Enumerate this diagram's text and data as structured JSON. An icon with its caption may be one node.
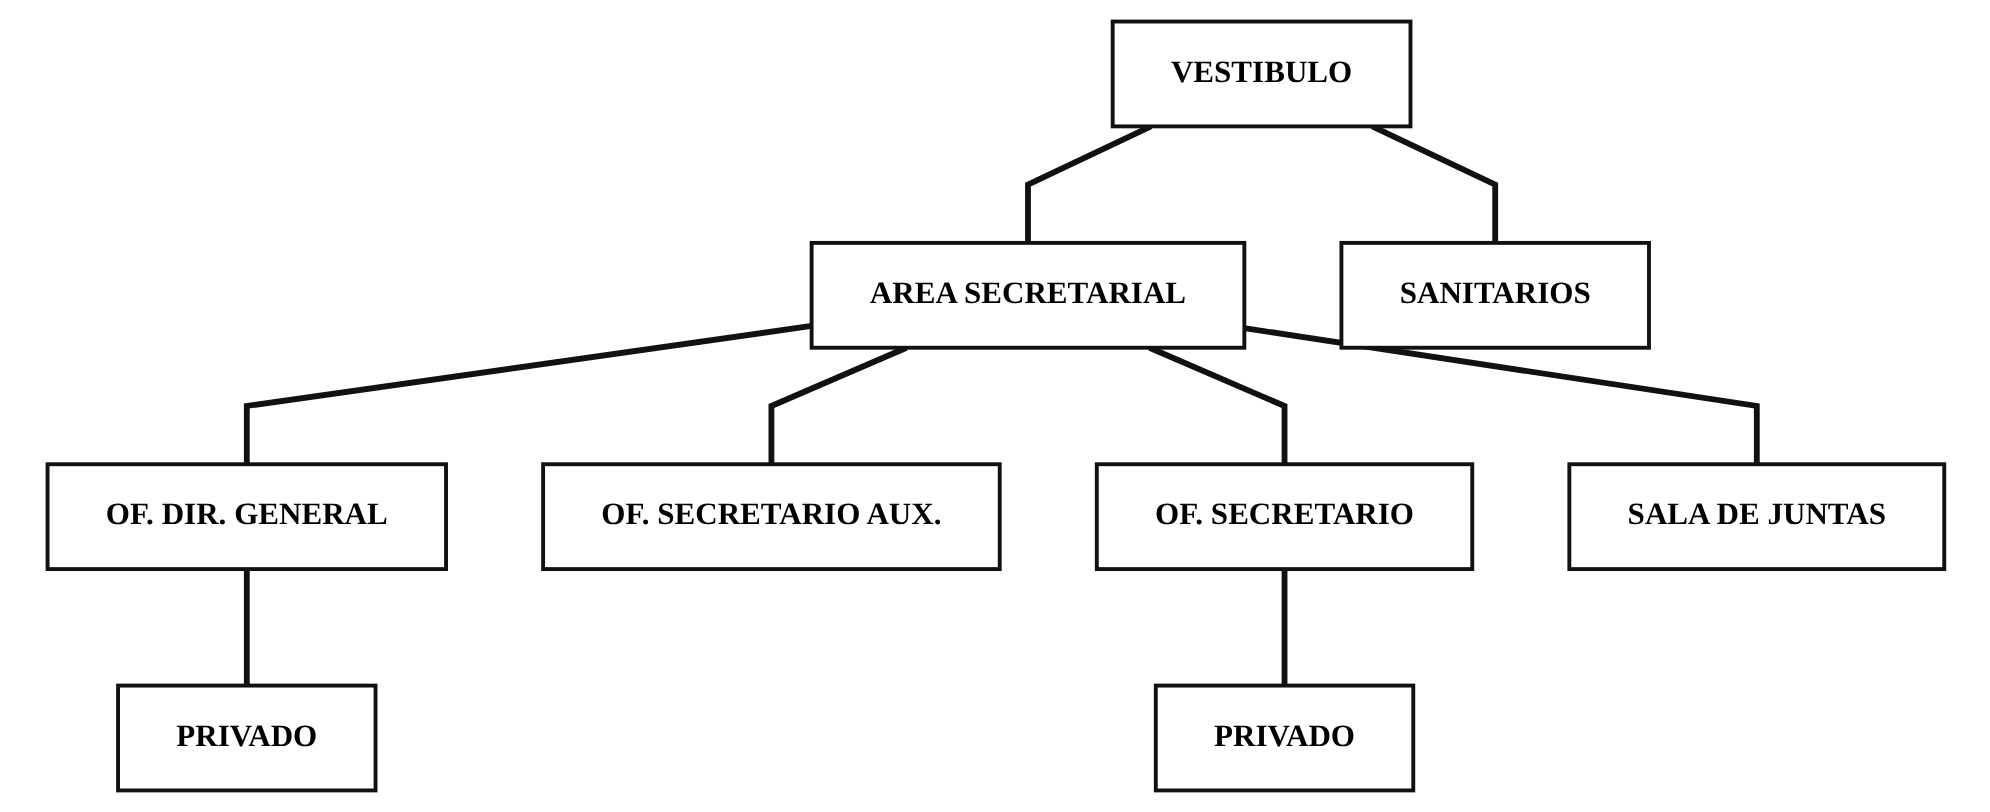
{
  "diagram": {
    "nodes": [
      {
        "text": [
          "VESTIBULO"
        ]
      },
      {
        "text": [
          "AREA SECRETARIAL"
        ]
      },
      {
        "text": [
          "SANITARIOS"
        ]
      },
      {
        "text": [
          "OF. DIR. GENERAL"
        ]
      },
      {
        "text": [
          "OF. SECRETARIO AUX."
        ]
      },
      {
        "text": [
          "OF. SECRETARIO"
        ]
      },
      {
        "text": [
          "SALA DE JUNTAS"
        ]
      },
      {
        "text": [
          "PRIVADO"
        ]
      },
      {
        "text": [
          "PRIVADO"
        ]
      }
    ],
    "edges": [
      {
        "from": 0,
        "to": 1,
        "arrow": "none"
      },
      {
        "from": 0,
        "to": 2,
        "arrow": "none"
      },
      {
        "from": 1,
        "to": 3,
        "arrow": "none"
      },
      {
        "from": 1,
        "to": 4,
        "arrow": "none"
      },
      {
        "from": 1,
        "to": 5,
        "arrow": "none"
      },
      {
        "from": 1,
        "to": 6,
        "arrow": "none"
      },
      {
        "from": 3,
        "to": 7,
        "arrow": "none"
      },
      {
        "from": 5,
        "to": 8,
        "arrow": "none"
      }
    ]
  }
}
